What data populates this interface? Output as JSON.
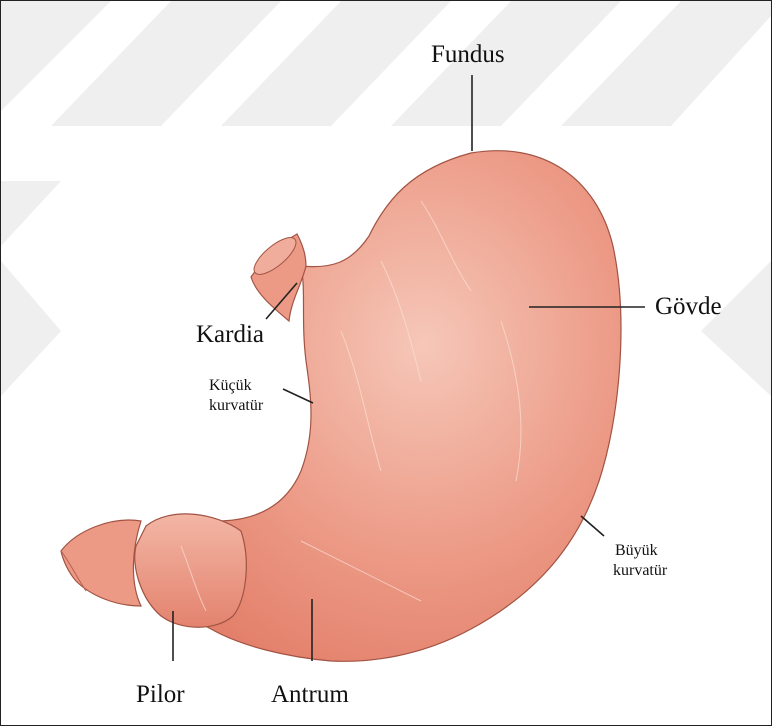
{
  "labels": {
    "fundus": "Fundus",
    "kardia": "Kardia",
    "govde": "Gövde",
    "kucuk_kurvatur_line1": "Küçük",
    "kucuk_kurvatur_line2": "kurvatür",
    "buyuk_kurvatur_line1": "Büyük",
    "buyuk_kurvatur_line2": "kurvatür",
    "pilor": "Pilor",
    "antrum": "Antrum"
  },
  "colors": {
    "stomach_fill": "#ec9a86",
    "stomach_highlight": "#f6c7b8",
    "stomach_outline": "#9e4e40",
    "leader_line": "#222222",
    "watermark": "#ececec"
  }
}
